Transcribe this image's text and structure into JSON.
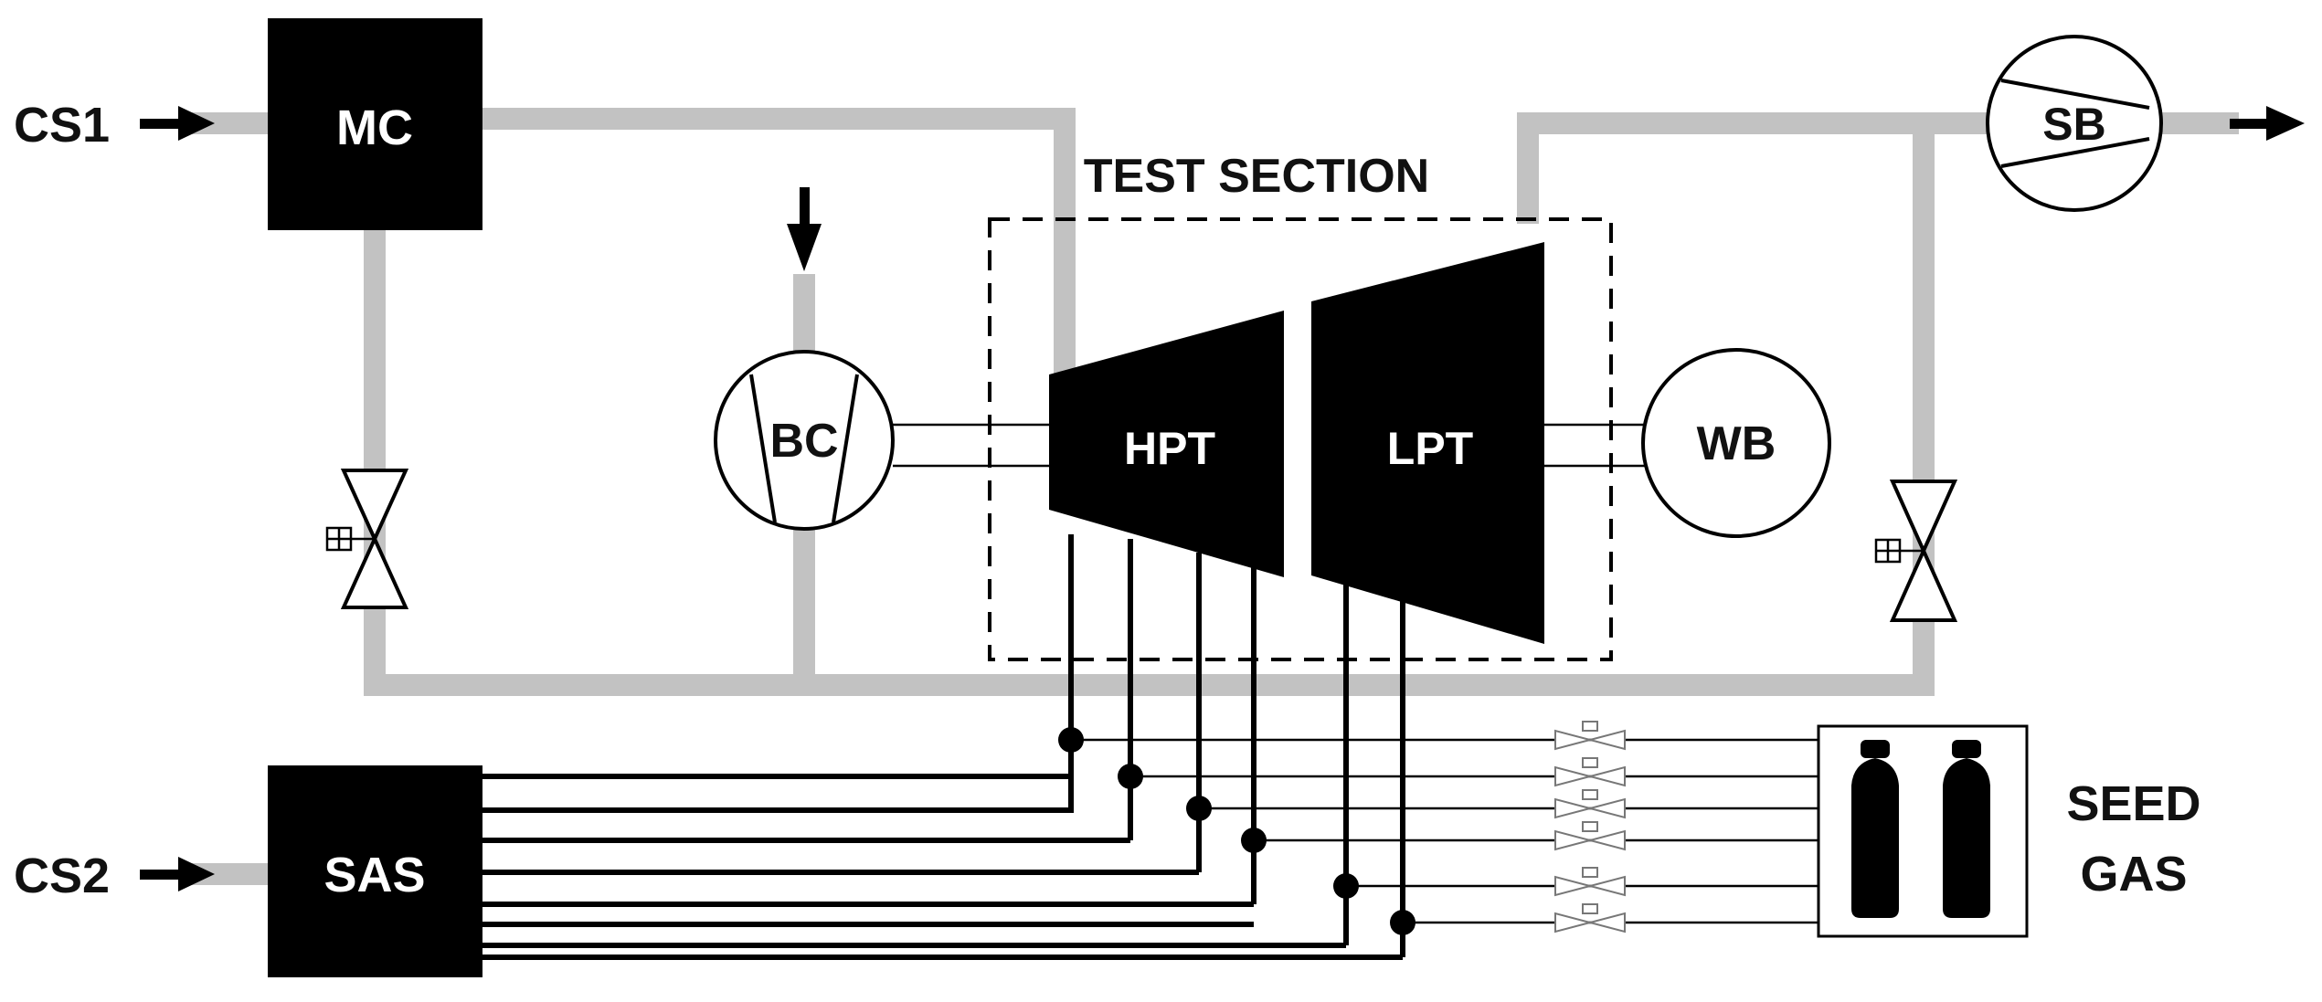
{
  "labels": {
    "cs1": "CS1",
    "cs2": "CS2",
    "mc": "MC",
    "sas": "SAS",
    "sb": "SB",
    "bc": "BC",
    "hpt": "HPT",
    "lpt": "LPT",
    "wb": "WB",
    "test_section": "TEST SECTION",
    "seed_gas_line1": "SEED",
    "seed_gas_line2": "GAS"
  },
  "colors": {
    "pipe": "#c2c2c2",
    "component": "#000000",
    "background": "#ffffff"
  }
}
